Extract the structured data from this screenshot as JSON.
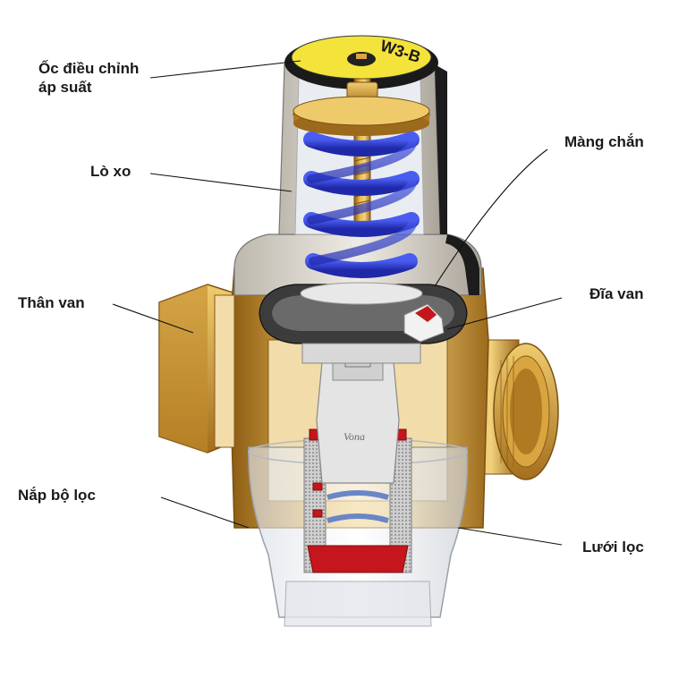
{
  "labels": {
    "pressure_screw_line1": "Ốc điều chỉnh",
    "pressure_screw_line2": "áp suất",
    "spring": "Lò xo",
    "valve_body": "Thân van",
    "filter_cap": "Nắp bộ lọc",
    "diaphragm": "Màng chắn",
    "valve_disc": "Đĩa van",
    "filter_mesh": "Lưới lọc"
  },
  "markings": {
    "cap_code": "W3-B",
    "brand": "Vona"
  },
  "colors": {
    "brass": "#d9a441",
    "spring": "#2d3bd1",
    "seal": "#c4161c",
    "diaphragm": "#3a3a3a",
    "housing": "#d6d2c8"
  }
}
